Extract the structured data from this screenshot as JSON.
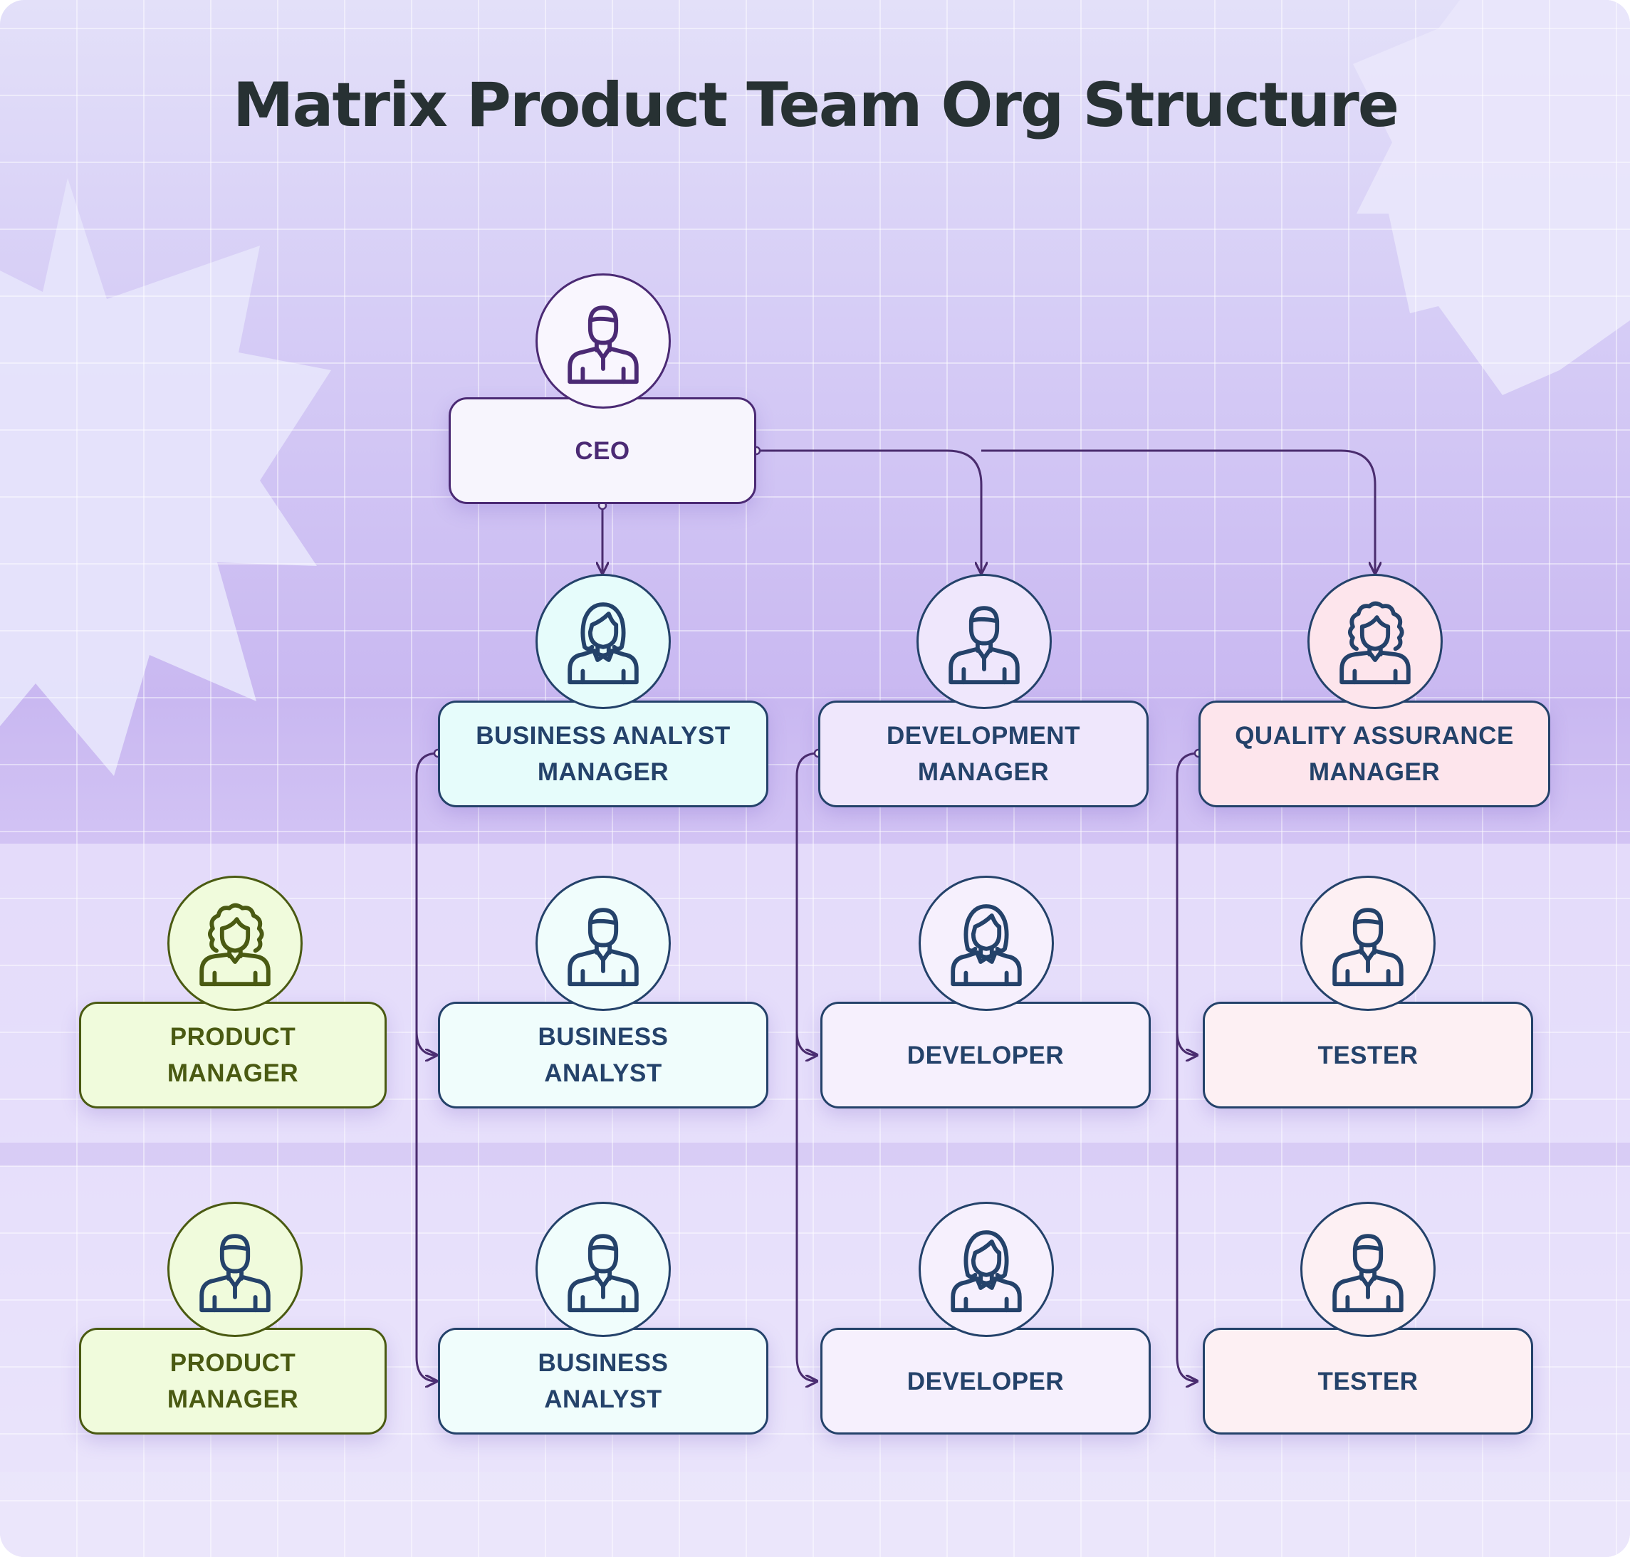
{
  "title": "Matrix Product Team Org Structure",
  "colors": {
    "connector": "#4a2c6e",
    "ceo_text": "#4b2a74",
    "navy_text": "#24426a",
    "olive_text": "#4a5a12",
    "cyan_fill": "#e6fcfb",
    "lavender_fill": "#efe7fc",
    "pink_fill": "#fde5ec",
    "green_fill": "#f0fbdc"
  },
  "nodes": {
    "ceo": {
      "label": "CEO",
      "icon": "man-avatar-icon"
    },
    "ba_manager": {
      "label": "BUSINESS ANALYST MANAGER",
      "icon": "woman-avatar-icon"
    },
    "dev_manager": {
      "label": "DEVELOPMENT MANAGER",
      "icon": "man-avatar-icon"
    },
    "qa_manager": {
      "label": "QUALITY ASSURANCE MANAGER",
      "icon": "curly-woman-avatar-icon"
    },
    "product_manager_1": {
      "label": "PRODUCT MANAGER",
      "icon": "curly-woman-avatar-icon"
    },
    "product_manager_2": {
      "label": "PRODUCT MANAGER",
      "icon": "man-avatar-icon"
    },
    "business_analyst_1": {
      "label": "BUSINESS ANALYST",
      "icon": "man-avatar-icon"
    },
    "business_analyst_2": {
      "label": "BUSINESS ANALYST",
      "icon": "man-avatar-icon"
    },
    "developer_1": {
      "label": "DEVELOPER",
      "icon": "woman-avatar-icon"
    },
    "developer_2": {
      "label": "DEVELOPER",
      "icon": "woman-avatar-icon"
    },
    "tester_1": {
      "label": "TESTER",
      "icon": "man-avatar-icon"
    },
    "tester_2": {
      "label": "TESTER",
      "icon": "man-avatar-icon"
    }
  }
}
